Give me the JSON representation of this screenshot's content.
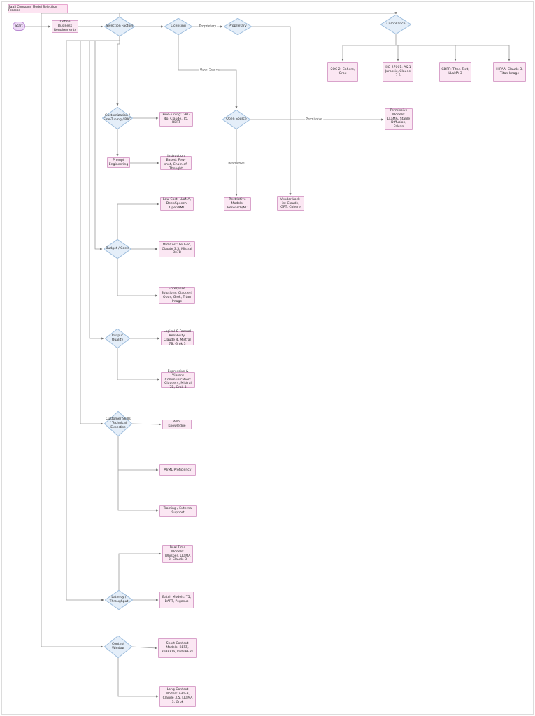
{
  "title": "SaaS Company Model Selection Process",
  "colors": {
    "decision_fill": "#e4eef9",
    "decision_border": "#9fbedd",
    "process_fill": "#fbe7f3",
    "process_border": "#d9a3cb",
    "start_fill": "#eed9f7",
    "start_border": "#b98ad1",
    "connector": "#9a9a9a"
  },
  "nodes": {
    "start": "Start",
    "define": "Define Business Requirements",
    "selection_factors": "Selection Factors",
    "licensing": "Licensing",
    "proprietary": "Proprietary",
    "compliance": "Compliance",
    "soc2": "SOC 2: Cohere, Grok",
    "iso": "ISO 27001: AI21 Jurassic, Claude 3.5",
    "gdpr": "GDPR: Titan Text, LLaMA 3",
    "hipaa": "HIPAA: Claude 3, Titan Image",
    "customization": "Customization / Fine-Tuning / RAG",
    "fine_tuning": "Fine-Tuning: GPT-4o, Claude, T5, BERT",
    "prompt_engineering": "Prompt Engineering",
    "instruction_based": "Instruction Based: Few-shot, Chain-of-Thought",
    "open_source": "Open Source",
    "permissive_models": "Permissive Models: LLaMA, Stable Diffusion, Falcon",
    "restrictive_models": "Restrictive Models: Research/NC",
    "vendor_lockin": "Vendor Lock-in: Claude, GPT, Cohere",
    "budget": "Budget / Costs",
    "low_cost": "Low Cost: LLaMA, DeepSpeech, OpenNMT",
    "mid_cost": "Mid-Cost: GPT-4o, Claude 3.5, Mistral 8x7B",
    "enterprise": "Enterprise Solutions: Claude 4 Opus, Grok, Titan Image",
    "output_quality": "Output Quality",
    "logical_reliability": "Logical & Factual Reliability: Claude 4, Mistral 7B, Grok 3",
    "expressive_communication": "Expressive & Vibrant Communication: Claude 4, Mistral 7B, Grok 3",
    "customer_skills": "Customer Skills / Technical Expertise",
    "aws_knowledge": "AWS Knowledge",
    "aiml_proficiency": "AI/ML Proficiency",
    "training_support": "Training / External Support",
    "latency": "Latency / Throughput",
    "real_time_models": "Real-Time Models: Whisper, LLaMA 3, Claude 3",
    "batch_models": "Batch Models: T5, BART, Pegasus",
    "context_window": "Context Window",
    "short_context": "Short Context Models: BERT, RoBERTa, DistilBERT",
    "long_context": "Long Context Models: GPT-3, Claude 3.5, LLaMA 3, Grok"
  },
  "edge_labels": {
    "proprietary": "Proprietary",
    "open_source": "Open Source",
    "permissive": "Permissive",
    "restrictive": "Restrictive"
  }
}
